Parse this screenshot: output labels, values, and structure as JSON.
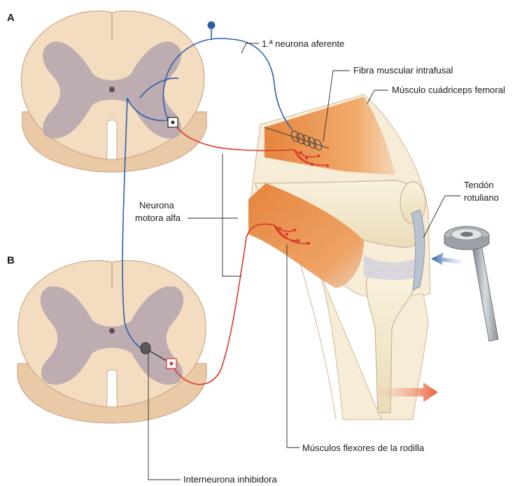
{
  "panels": {
    "a": "A",
    "b": "B"
  },
  "labels": {
    "afferent": "1.ª neurona aferente",
    "intrafusal": "Fibra muscular intrafusal",
    "quadriceps": "Músculo cuádriceps femoral",
    "tendon_line1": "Tendón",
    "tendon_line2": "rotuliano",
    "alpha_line1": "Neurona",
    "alpha_line2": "motora alfa",
    "flexors": "Músculos flexores de la rodilla",
    "interneuron": "Interneurona inhibidora"
  },
  "colors": {
    "cord_outer": "#f3dcc0",
    "cord_edge": "#c9a98a",
    "cord_side": "#e8c9a8",
    "gray_matter": "#b3a3ad",
    "afferent": "#2d5fa8",
    "motor": "#d93a2b",
    "muscle": "#e8954a",
    "bone": "#f4ead2",
    "skin": "#f6ecd8",
    "hammer": "#9aa0a6",
    "arrow_blue": "#2d5fa8",
    "arrow_red": "#e8603a"
  }
}
